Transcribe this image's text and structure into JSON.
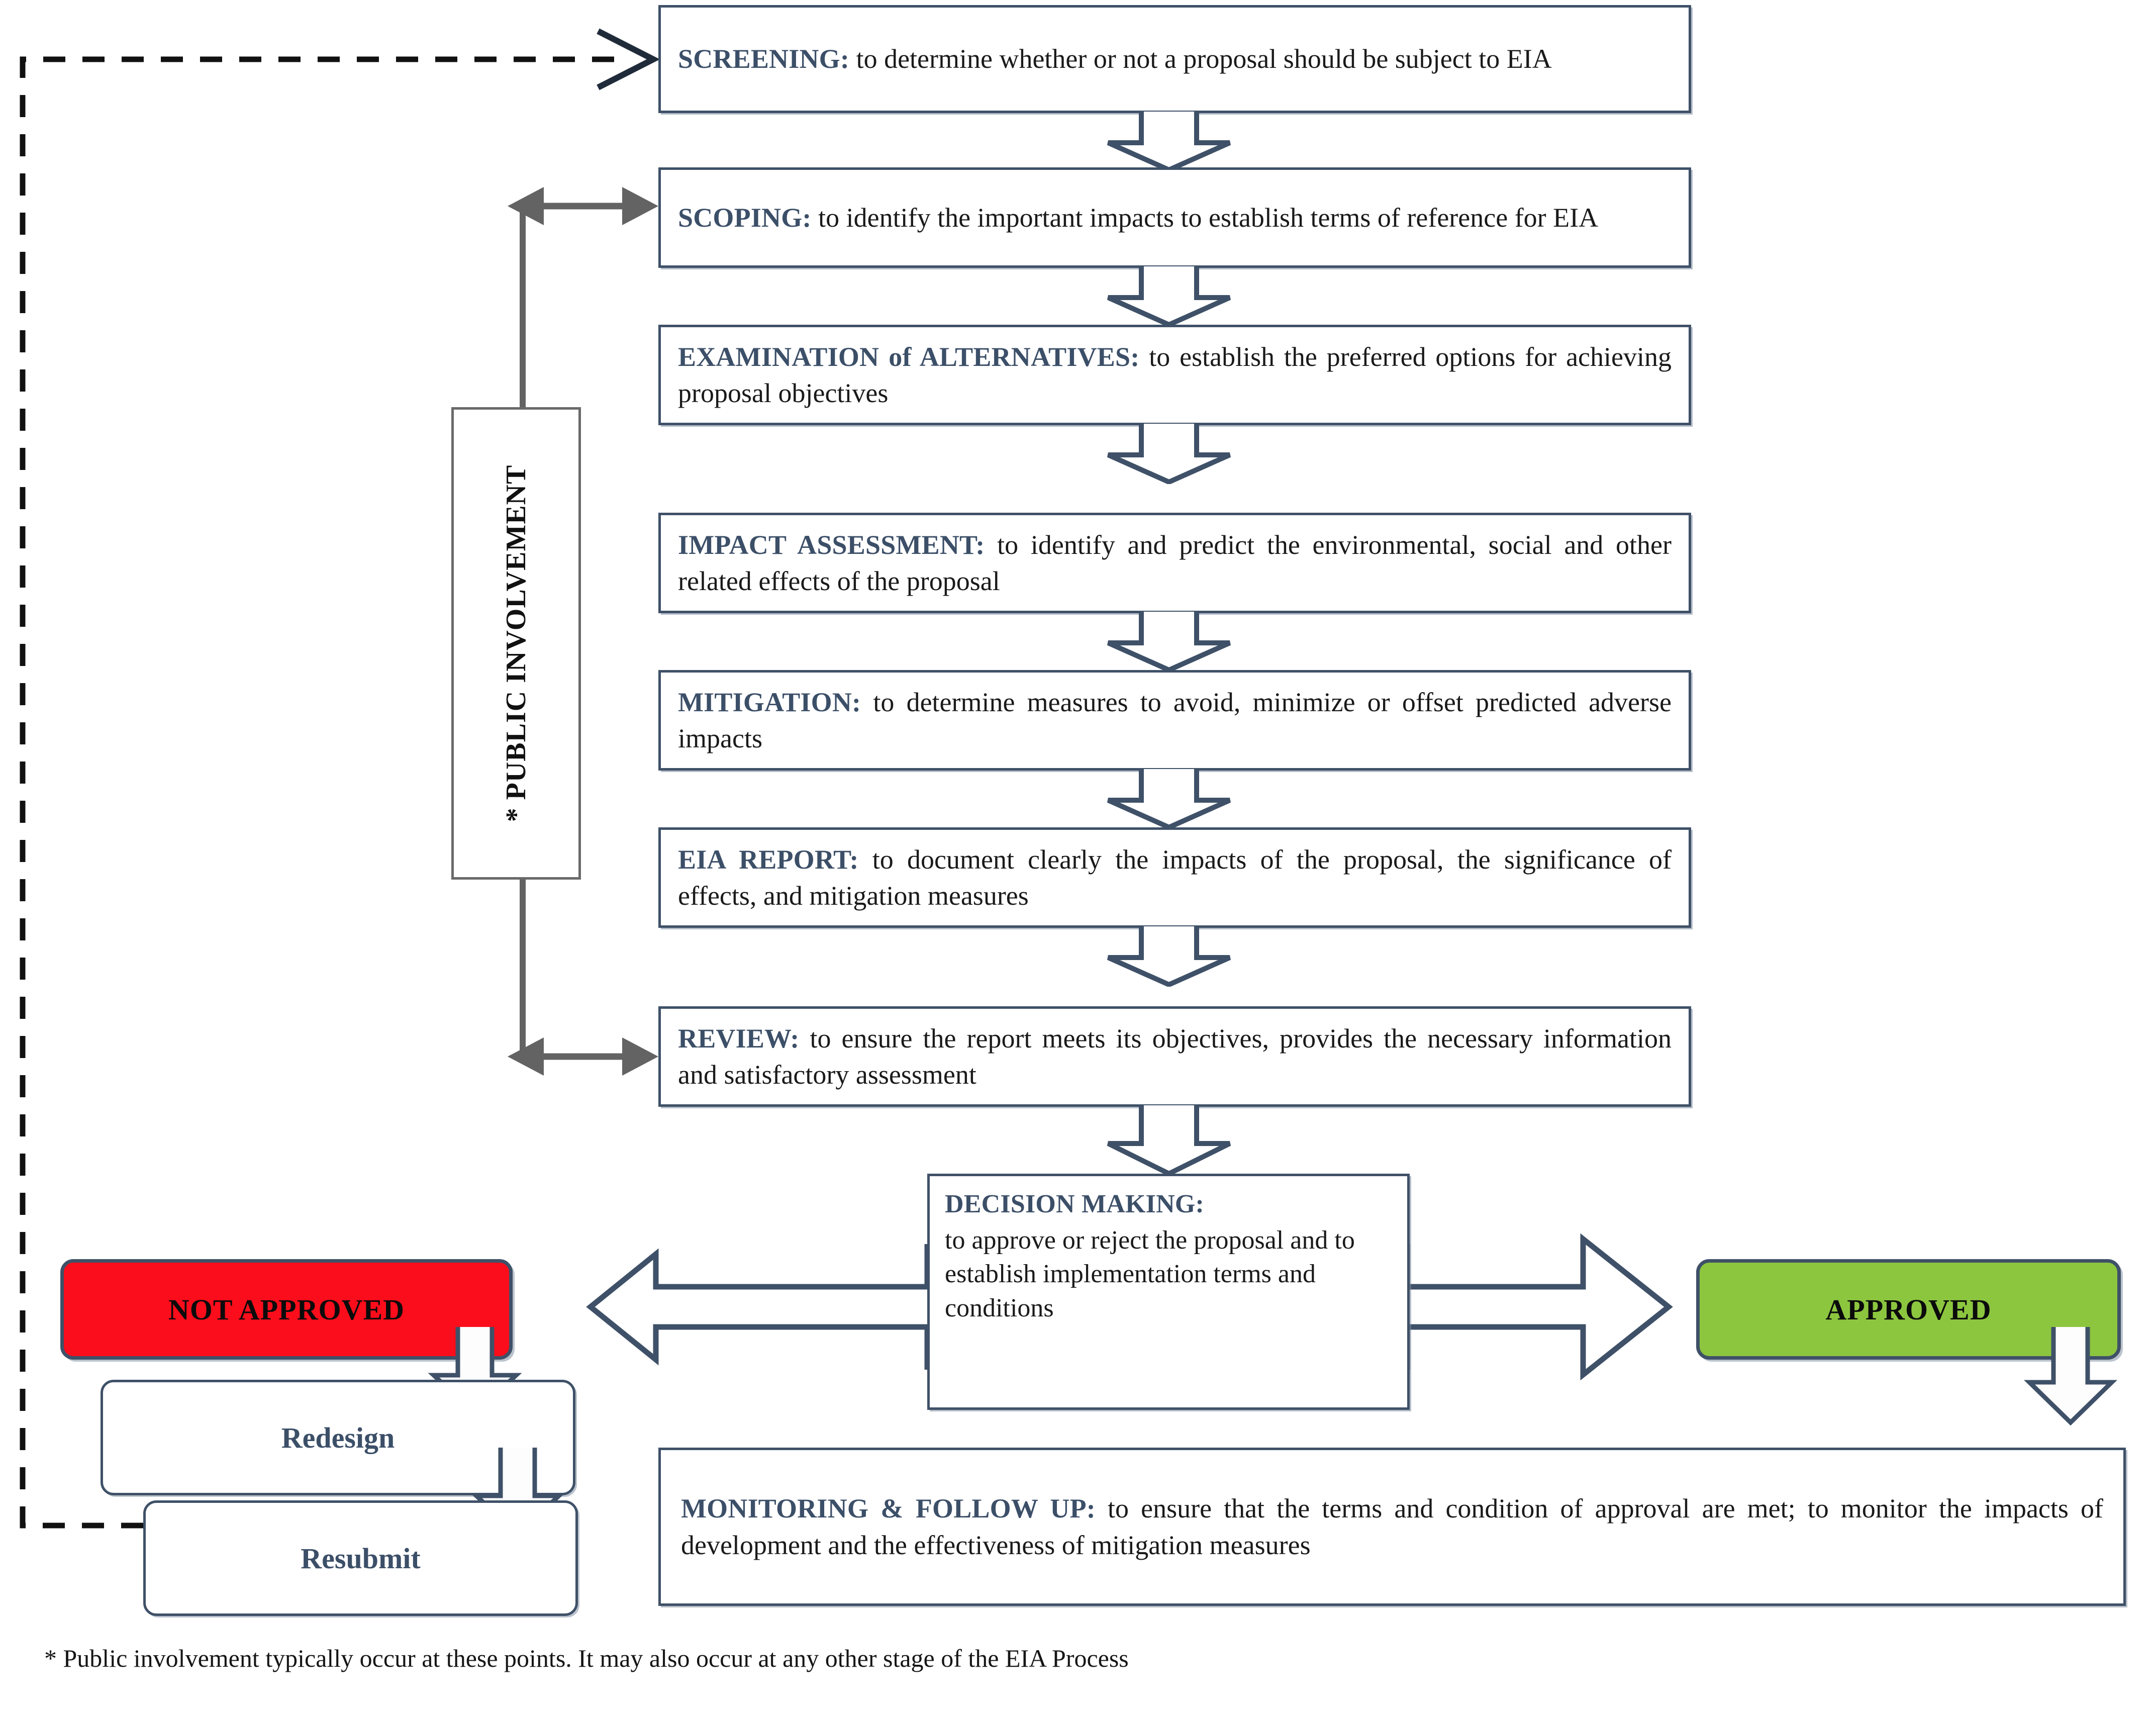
{
  "diagram": {
    "title": "Environmental Impact Assessment (EIA) Process Flowchart",
    "colors": {
      "box_border": "#3f5168",
      "heading_text": "#3c4f68",
      "body_text": "#1a1a1a",
      "public_involvement_border": "#6a6a6a",
      "not_approved_fill": "#fc0d1b",
      "approved_fill": "#8cc63f",
      "connector_gray": "#636363",
      "dashed_line": "#111111"
    }
  },
  "steps": [
    {
      "id": "screening",
      "heading": "SCREENING:",
      "body": " to determine whether or not a proposal should be subject to EIA"
    },
    {
      "id": "scoping",
      "heading": "SCOPING:",
      "body": " to identify the important impacts to establish terms of reference for EIA"
    },
    {
      "id": "examination-of-alternatives",
      "heading": "EXAMINATION of ALTERNATIVES:",
      "body": " to establish the preferred options for achieving proposal objectives"
    },
    {
      "id": "impact-assessment",
      "heading": "IMPACT ASSESSMENT:",
      "body": " to identify and predict the environmental, social and other related effects of the proposal"
    },
    {
      "id": "mitigation",
      "heading": "MITIGATION:",
      "body": " to determine measures to avoid, minimize or offset predicted adverse impacts"
    },
    {
      "id": "eia-report",
      "heading": "EIA REPORT:",
      "body": " to document clearly the impacts of the proposal, the significance of effects, and mitigation measures"
    },
    {
      "id": "review",
      "heading": "REVIEW:",
      "body": " to ensure the report meets its objectives, provides the necessary information and satisfactory assessment"
    }
  ],
  "public_involvement": {
    "label": "* PUBLIC INVOLVEMENT"
  },
  "decision": {
    "heading": "DECISION MAKING:",
    "body": "to approve or reject the proposal and to establish implementation terms and conditions"
  },
  "outcomes": {
    "not_approved": "NOT APPROVED",
    "approved": "APPROVED"
  },
  "rework": {
    "redesign": "Redesign",
    "resubmit": "Resubmit"
  },
  "monitoring": {
    "heading": "MONITORING & FOLLOW UP:",
    "body": " to ensure that the terms and condition of approval are met; to monitor the impacts of development and the effectiveness of mitigation measures"
  },
  "footnote": {
    "text": "* Public involvement typically occur at these points. It may also occur at any other stage of the EIA Process"
  }
}
